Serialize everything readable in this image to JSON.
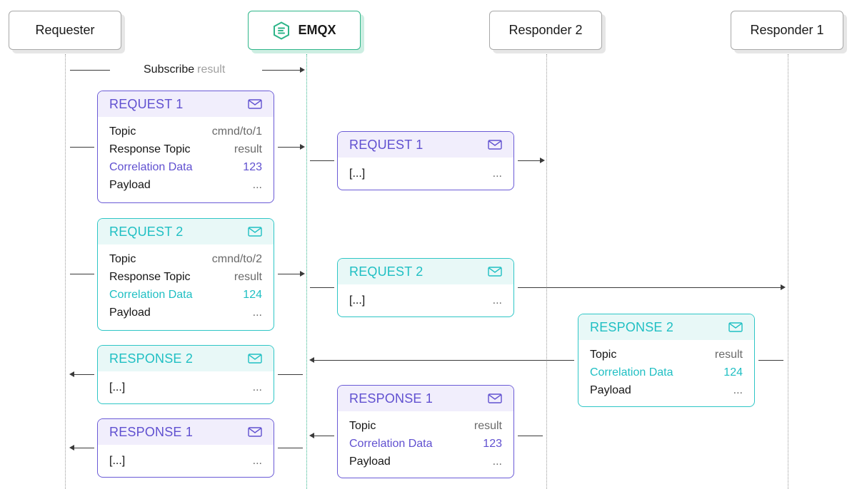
{
  "actors": {
    "requester": "Requester",
    "emqx": "EMQX",
    "responder2": "Responder 2",
    "responder1": "Responder 1"
  },
  "subscribe": {
    "label": "Subscribe",
    "topic": "result"
  },
  "messages": {
    "req1_full": {
      "title": "REQUEST 1",
      "rows": [
        {
          "k": "Topic",
          "v": "cmnd/to/1"
        },
        {
          "k": "Response Topic",
          "v": "result"
        },
        {
          "k": "Correlation Data",
          "v": "123"
        },
        {
          "k": "Payload",
          "v": "..."
        }
      ]
    },
    "req1_short": {
      "title": "REQUEST 1",
      "left": "[...]",
      "right": "..."
    },
    "req2_full": {
      "title": "REQUEST 2",
      "rows": [
        {
          "k": "Topic",
          "v": "cmnd/to/2"
        },
        {
          "k": "Response Topic",
          "v": "result"
        },
        {
          "k": "Correlation Data",
          "v": "124"
        },
        {
          "k": "Payload",
          "v": "..."
        }
      ]
    },
    "req2_short": {
      "title": "REQUEST 2",
      "left": "[...]",
      "right": "..."
    },
    "resp2_full": {
      "title": "RESPONSE 2",
      "rows": [
        {
          "k": "Topic",
          "v": "result"
        },
        {
          "k": "Correlation Data",
          "v": "124"
        },
        {
          "k": "Payload",
          "v": "..."
        }
      ]
    },
    "resp2_short": {
      "title": "RESPONSE 2",
      "left": "[...]",
      "right": "..."
    },
    "resp1_full": {
      "title": "RESPONSE 1",
      "rows": [
        {
          "k": "Topic",
          "v": "result"
        },
        {
          "k": "Correlation Data",
          "v": "123"
        },
        {
          "k": "Payload",
          "v": "..."
        }
      ]
    },
    "resp1_short": {
      "title": "RESPONSE 1",
      "left": "[...]",
      "right": "..."
    }
  },
  "colors": {
    "purple": "#6050d0",
    "teal": "#1fbfc3",
    "emqx_green": "#2eb589"
  },
  "icons": {
    "message": "mail-icon",
    "brand": "emqx-logo-icon"
  }
}
